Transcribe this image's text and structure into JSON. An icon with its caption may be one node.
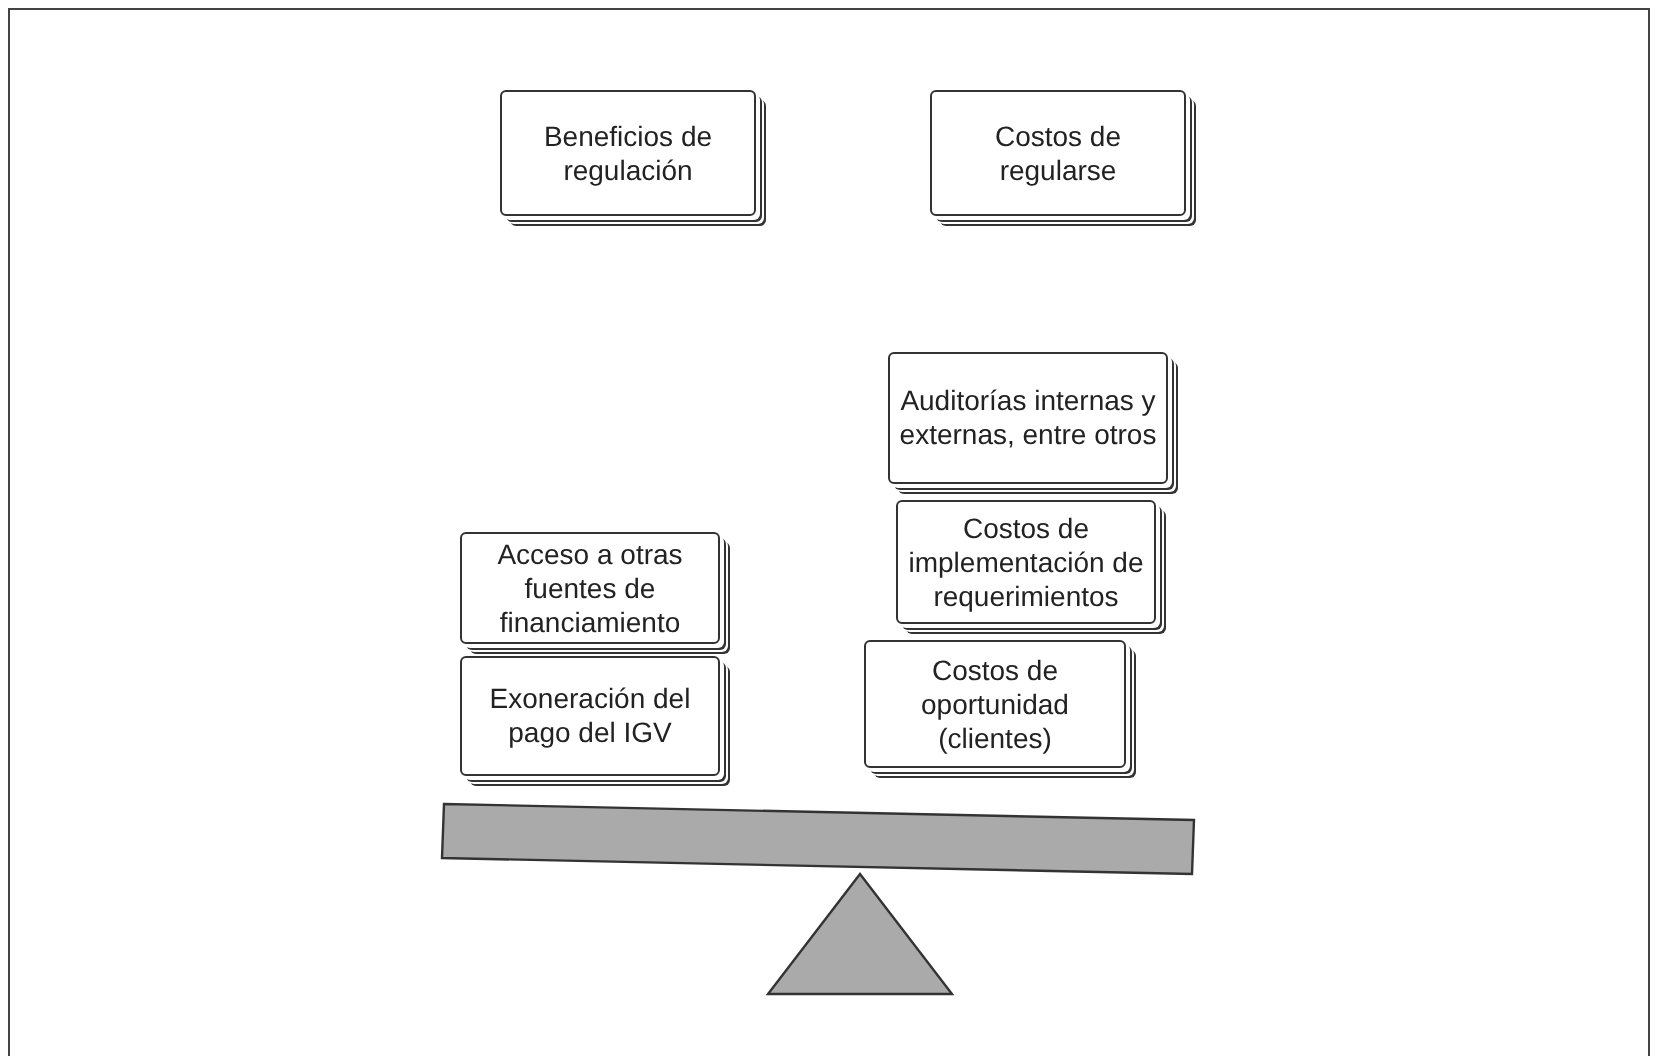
{
  "diagram": {
    "nodes": [
      {
        "text": [
          "Beneficios de regulación"
        ]
      },
      {
        "text": [
          "Costos de regularse"
        ]
      },
      {
        "text": [
          "Auditorías internas y externas, entre otros"
        ]
      },
      {
        "text": [
          "Acceso a otras fuentes de financiamiento"
        ]
      },
      {
        "text": [
          "Costos de implementación de requerimientos"
        ]
      },
      {
        "text": [
          "Exoneración del pago del IGV"
        ]
      },
      {
        "text": [
          "Costos de oportunidad (clientes)"
        ]
      }
    ]
  }
}
